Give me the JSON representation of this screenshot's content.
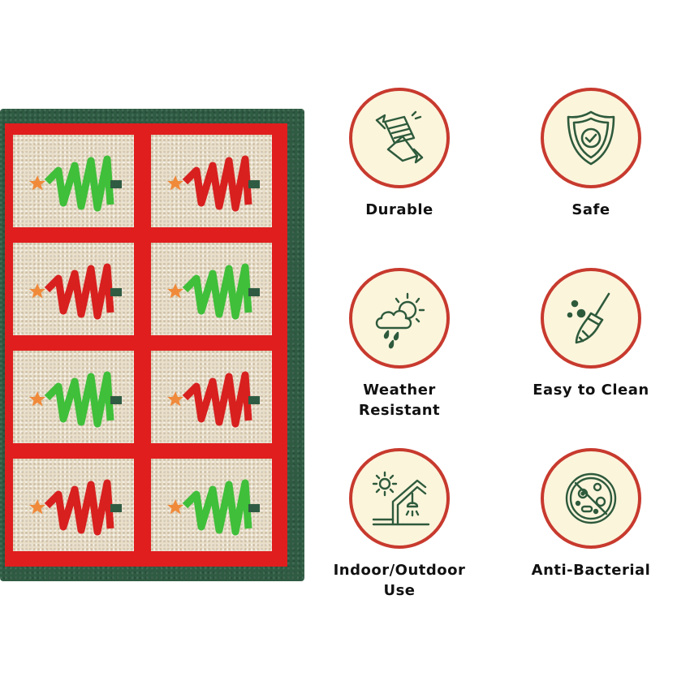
{
  "features": [
    {
      "label": "Durable",
      "icon": "durable-icon"
    },
    {
      "label": "Safe",
      "icon": "shield-check-icon"
    },
    {
      "label": "Weather Resistant",
      "icon": "weather-icon"
    },
    {
      "label": "Easy to Clean",
      "icon": "broom-icon"
    },
    {
      "label": "Indoor/Outdoor Use",
      "icon": "indoor-outdoor-icon"
    },
    {
      "label": "Anti-Bacterial",
      "icon": "no-bacteria-icon"
    }
  ],
  "mat": {
    "tree_colors": [
      "green",
      "red",
      "red",
      "green",
      "green",
      "red",
      "red",
      "green"
    ]
  },
  "colors": {
    "icon_stroke": "#2e5a3c",
    "circle_border": "#c83a2e",
    "circle_fill": "#fbf5dc",
    "mat_border": "#2f5b43",
    "mat_grid": "#e01e1e",
    "tree_green": "#3fbf3a",
    "tree_red": "#d8201f",
    "star": "#f08a3a"
  }
}
